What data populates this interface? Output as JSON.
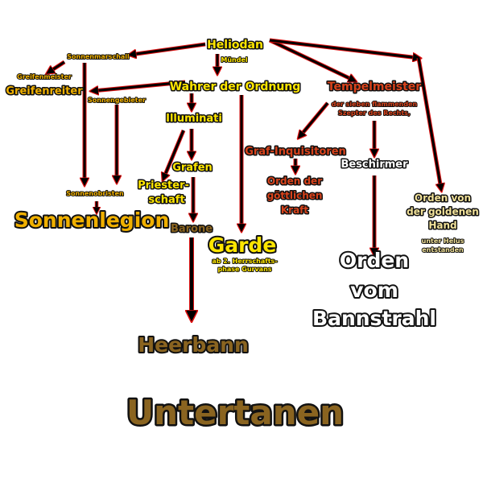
{
  "nodes": {
    "heliodan": "Heliodan",
    "muendel": "Mündel",
    "sonnenmarschall": "Sonnenmarschall",
    "greifenmeister": "Greifenmeister",
    "greifenreiter": "Greifenreiter",
    "wahrer": "Wahrer der Ordnung",
    "sonnengebieter": "Sonnengebieter",
    "illuminati": "Illuminati",
    "tempelmeister": "Tempelmeister",
    "tempelmeister_sub1": "der sieben flammenden",
    "tempelmeister_sub2": "Szepter des Rechts,",
    "graf_inquisitoren": "Graf-Inquisitoren",
    "orden_kraft1": "Orden der",
    "orden_kraft2": "göttlichen",
    "orden_kraft3": "Kraft",
    "beschirmer": "Beschirmer",
    "grafen": "Grafen",
    "priester1": "Priester-",
    "priester2": "schaft",
    "sonnenobristen": "Sonnenobristen",
    "sonnenlegion": "Sonnenlegion",
    "barone": "Barone",
    "garde": "Garde",
    "garde_sub1": "ab 2. Herrschafts-",
    "garde_sub2": "phase Gurvans",
    "goldene_hand1": "Orden von",
    "goldene_hand2": "der goldenen",
    "goldene_hand3": "Hand",
    "goldene_hand_sub1": "unter Helus",
    "goldene_hand_sub2": "entstanden",
    "bannstrahl1": "Orden",
    "bannstrahl2": "vom",
    "bannstrahl3": "Bannstrahl",
    "heerbann": "Heerbann",
    "untertanen": "Untertanen"
  },
  "colors": {
    "yellow": "#ffe600",
    "gold": "#f0b000",
    "red": "#d8431c",
    "brown": "#8a6420",
    "pale": "#f2e29a",
    "arrow": "#000000",
    "arrow_outline": "#e01010"
  }
}
